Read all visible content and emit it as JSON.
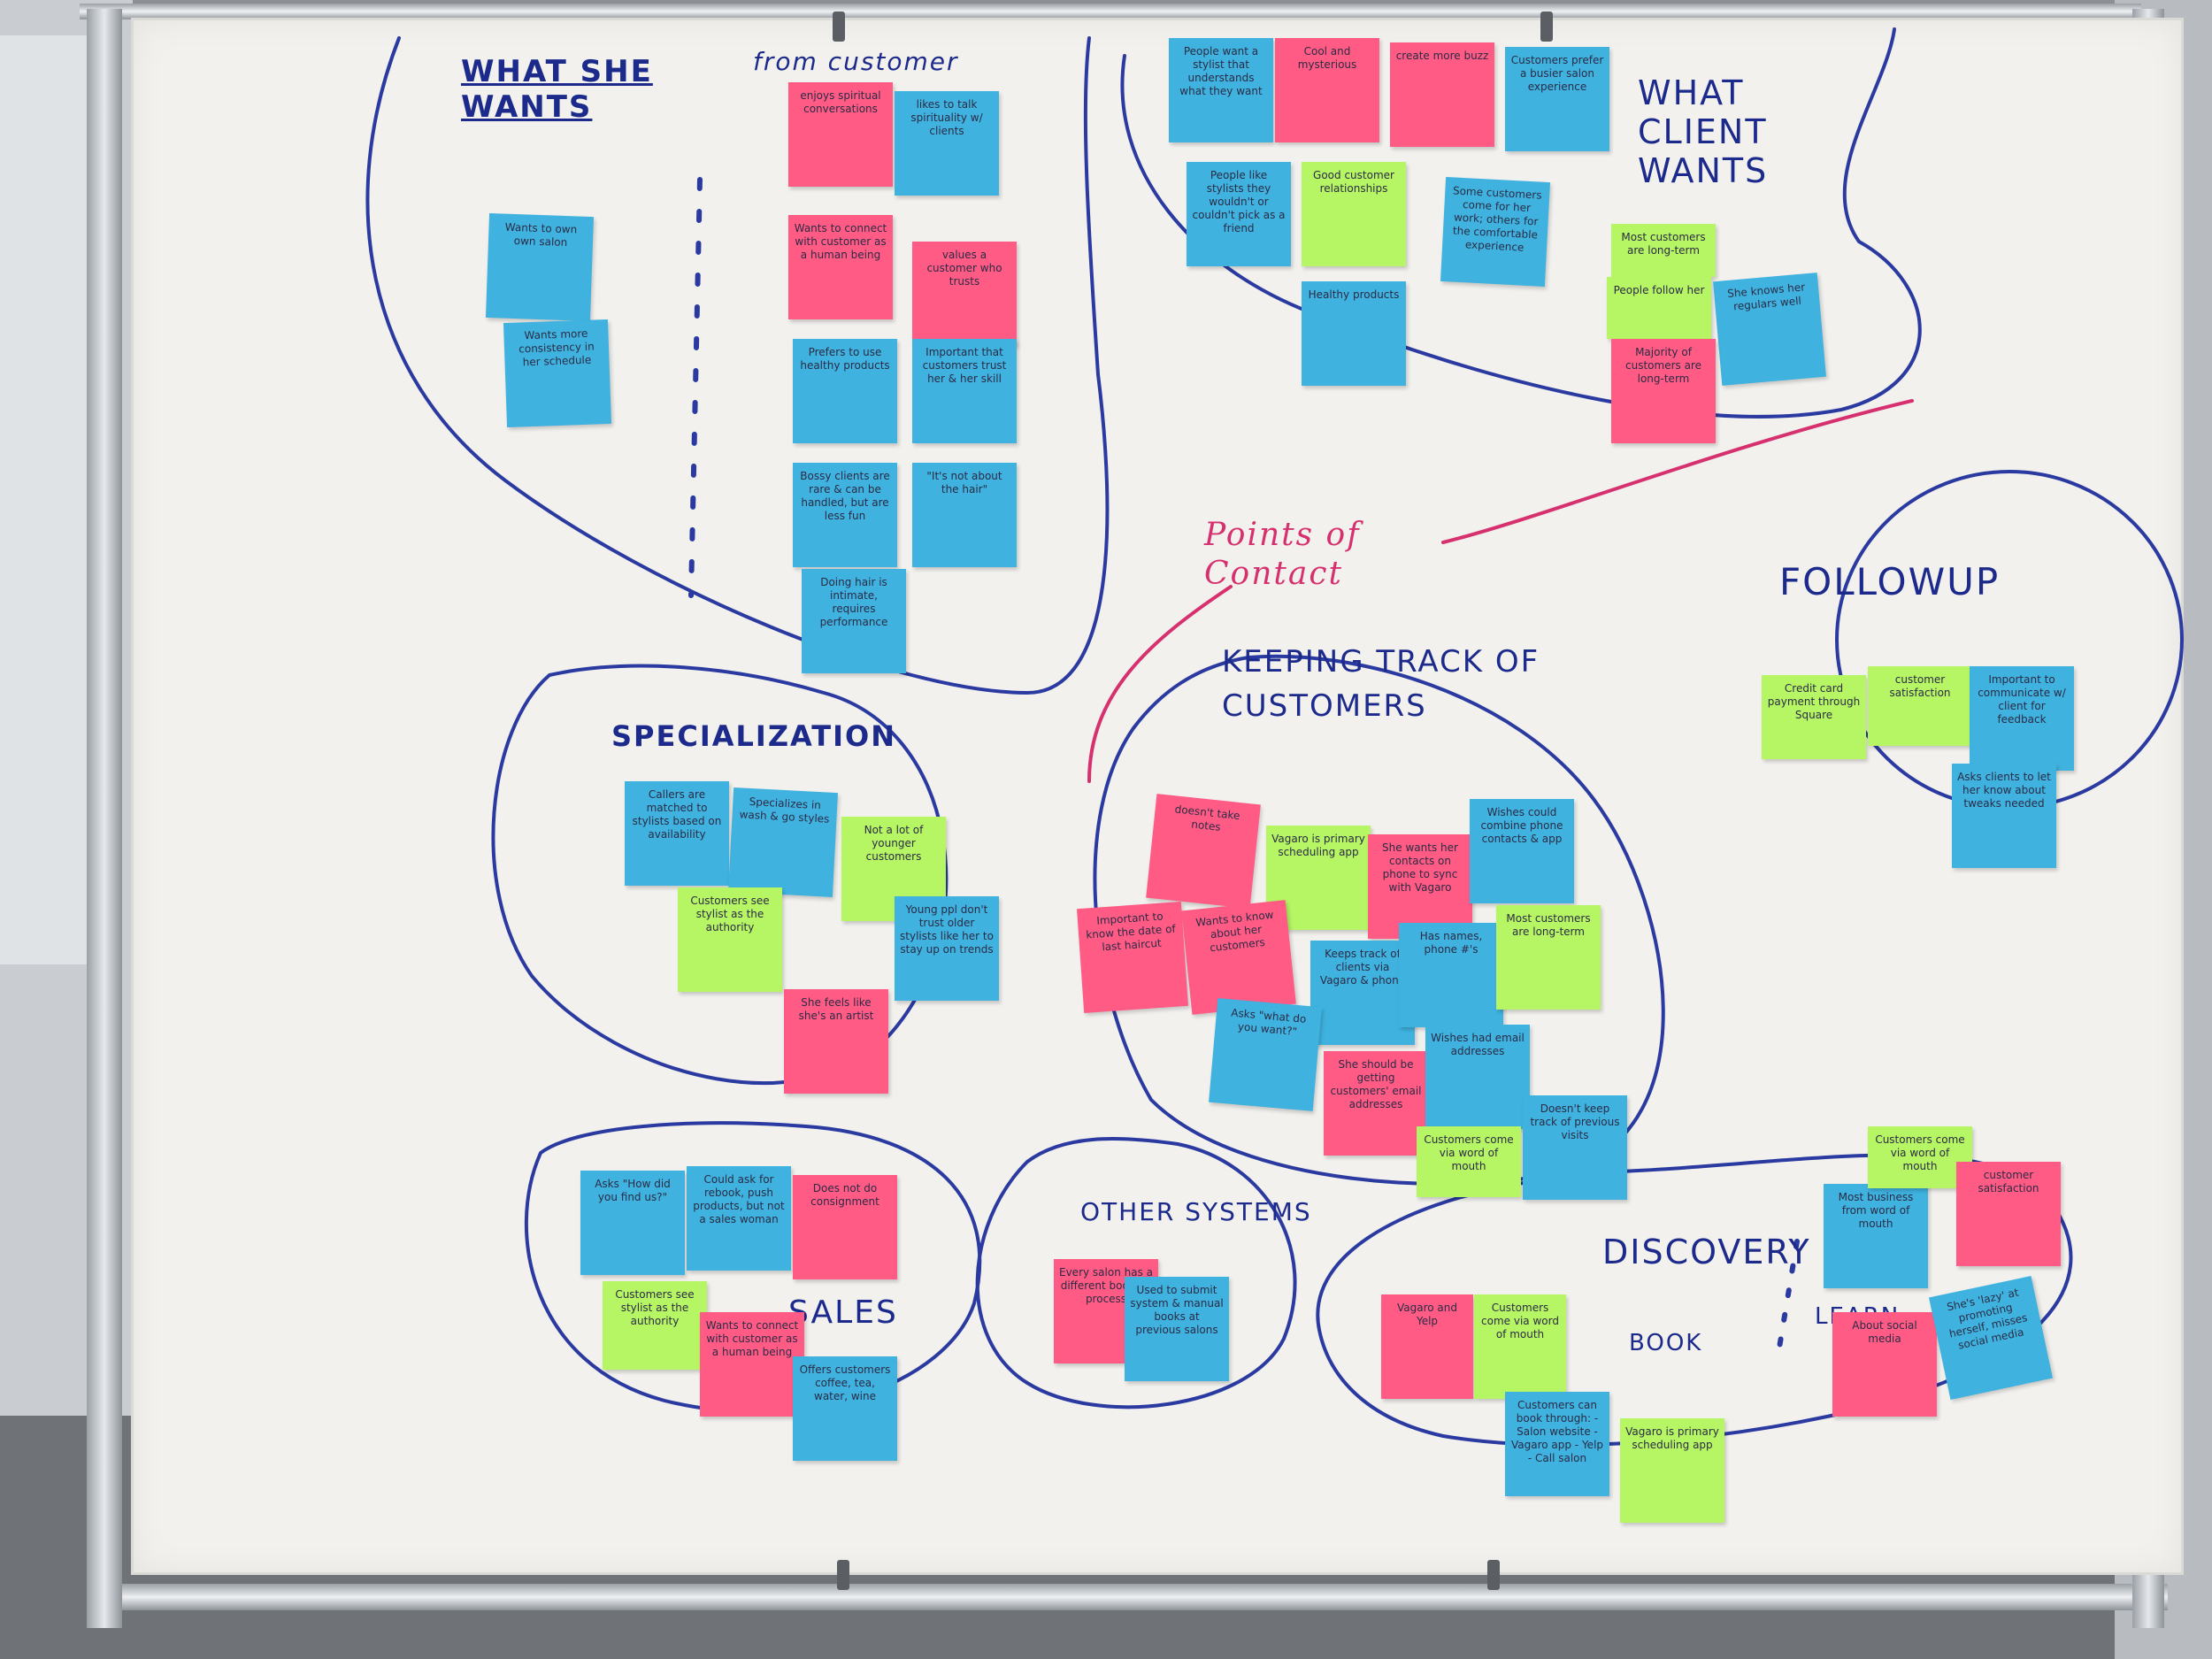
{
  "headings": {
    "what_she_wants": "WHAT SHE WANTS",
    "from_customer": "from customer",
    "what_client_wants": "WHAT CLIENT WANTS",
    "points_of_contact": "Points of Contact",
    "keeping_track": "KEEPING TRACK OF CUSTOMERS",
    "followup": "FOLLOWUP",
    "specialization": "SPECIALIZATION",
    "sales": "SALES",
    "other_systems": "OTHER SYSTEMS",
    "discovery": "DISCOVERY",
    "book": "BOOK",
    "learn": "LEARN"
  },
  "notes": {
    "wants_own_salon": "Wants to own own salon",
    "wants_consistency": "Wants more consistency in her schedule",
    "enjoys_spiritual": "enjoys spiritual conversations",
    "likes_spirituality": "likes to talk spirituality w/ clients",
    "wants_connect": "Wants to connect with customer as a human being",
    "values_trust": "values a customer who trusts",
    "prefers_healthy": "Prefers to use healthy products",
    "important_trust": "Important that customers trust her & her skill",
    "bossy_clients": "Bossy clients are rare & can be handled, but are less fun",
    "not_about_hair": "\"It's not about the hair\"",
    "doing_hair": "Doing hair is intimate, requires performance",
    "people_want_stylist": "People want a stylist that understands what they want",
    "cool_mysterious": "Cool and mysterious",
    "create_buzz": "create more buzz",
    "customers_prefer": "Customers prefer a busier salon experience",
    "people_like_stylists": "People like stylists they wouldn't or couldn't pick as a friend",
    "good_customer": "Good customer relationships",
    "some_customers": "Some customers come for her work; others for the comfortable experience",
    "healthy_products": "Healthy products",
    "most_customers": "Most customers are long-term",
    "people_follow": "People follow her",
    "she_knows": "She knows her regulars well",
    "majority_long": "Majority of customers are long-term",
    "callers_matched": "Callers are matched to stylists based on availability",
    "specializes": "Specializes in wash & go styles",
    "not_a_lot": "Not a lot of younger customers",
    "customers_see": "Customers see stylist as the authority",
    "young_ppl": "Young ppl don't trust older stylists like her to stay up on trends",
    "she_feels": "She feels like she's an artist",
    "doesnt_take_notes": "doesn't take notes",
    "vagaro_primary": "Vagaro is primary scheduling app",
    "she_wants_contacts": "She wants her contacts on phone to sync with Vagaro",
    "wishes_combine": "Wishes could combine phone contacts & app",
    "important_know": "Important to know the date of last haircut",
    "wants_to_know": "Wants to know about her customers",
    "keeps_track": "Keeps track of clients via Vagaro & phone",
    "has_names": "Has names, phone #'s",
    "asks_what_do": "Asks \"what do you want?\"",
    "she_should": "She should be getting customers' email addresses",
    "wishes_email": "Wishes had email addresses",
    "dont_keep_track": "Doesn't keep track of previous visits",
    "credit_card": "Credit card payment through Square",
    "important_communicate": "Important to communicate w/ client for feedback",
    "customer_satisfaction": "customer satisfaction",
    "asks_clients": "Asks clients to let her know about tweaks needed",
    "asks_how_find": "Asks \"How did you find us?\"",
    "could_ask": "Could ask for rebook, push products, but not a sales woman",
    "does_not_do": "Does not do consignment",
    "offers_customers": "Offers customers coffee, tea, water, wine",
    "every_salon": "Every salon has a different booking process",
    "used_to": "Used to submit system & manual books at previous salons",
    "vagaro_yelp": "Vagaro and Yelp",
    "customers_can_book": "Customers can book through: - Salon website - Vagaro app - Yelp - Call salon",
    "most_business": "Most business from word of mouth",
    "customers_come": "Customers come via word of mouth",
    "she_isnt": "She's 'lazy' at promoting herself, misses social media",
    "about_social": "About social media"
  },
  "colors": {
    "blue_ink": "#1c2a8c",
    "red_ink": "#d6316e",
    "note_blue": "#3fb2df",
    "note_pink": "#ff5b85",
    "note_green": "#b6f564"
  }
}
